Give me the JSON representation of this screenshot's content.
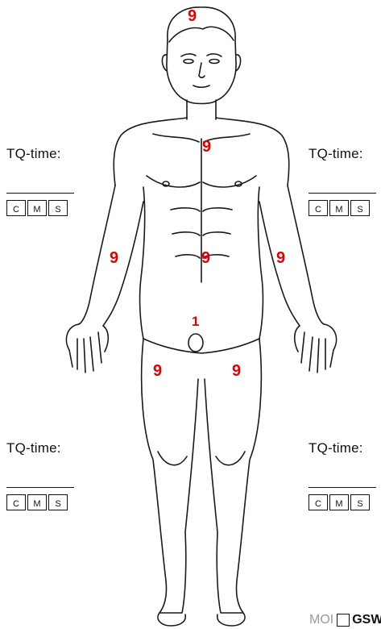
{
  "tq_blocks": {
    "upper_left": {
      "label": "TQ-time:",
      "line": "_______",
      "boxes": [
        "C",
        "M",
        "S"
      ]
    },
    "upper_right": {
      "label": "TQ-time:",
      "line": "_______",
      "boxes": [
        "C",
        "M",
        "S"
      ]
    },
    "lower_left": {
      "label": "TQ-time:",
      "line": "_______",
      "boxes": [
        "C",
        "M",
        "S"
      ]
    },
    "lower_right": {
      "label": "TQ-time:",
      "line": "_______",
      "boxes": [
        "C",
        "M",
        "S"
      ]
    }
  },
  "region_values": {
    "head": "9",
    "chest": "9",
    "abdomen": "9",
    "right_arm": "9",
    "left_arm": "9",
    "groin": "1",
    "right_leg": "9",
    "left_leg": "9"
  },
  "footer": {
    "muted_text": "MOI",
    "strong_text": "GSW"
  },
  "colors": {
    "region_number": "#e00000",
    "outline": "#1a1a1a"
  }
}
